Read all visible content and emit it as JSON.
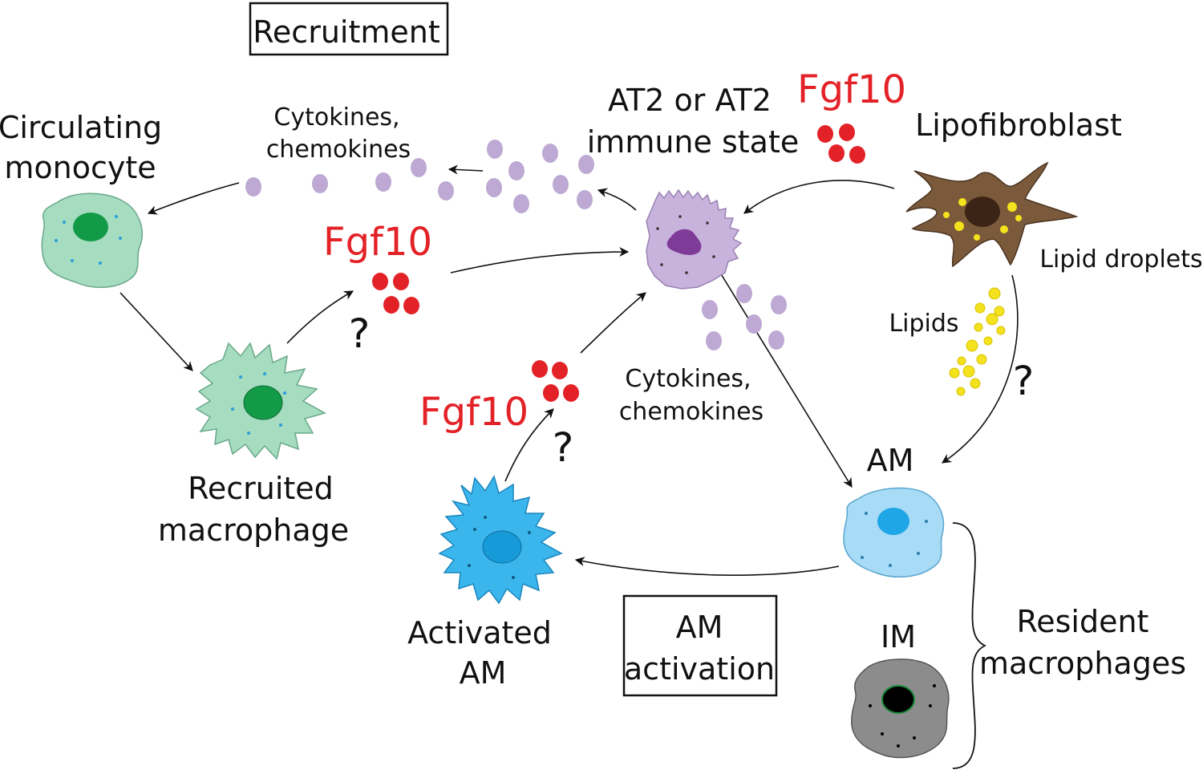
{
  "labels": {
    "recruitment": "Recruitment",
    "circulating_monocyte_1": "Circulating",
    "circulating_monocyte_2": "monocyte",
    "cytokines_top_1": "Cytokines,",
    "cytokines_top_2": "chemokines",
    "at2_1": "AT2 or AT2",
    "at2_2": "immune state",
    "fgf10_top": "Fgf10",
    "lipofibroblast": "Lipofibroblast",
    "lipid_droplets": "Lipid droplets",
    "fgf10_mid": "Fgf10",
    "lipids": "Lipids",
    "question_1": "?",
    "question_2": "?",
    "question_3": "?",
    "cytokines_mid_1": "Cytokines,",
    "cytokines_mid_2": "chemokines",
    "fgf10_low": "Fgf10",
    "recruited_macrophage_1": "Recruited",
    "recruited_macrophage_2": "macrophage",
    "am": "AM",
    "activated_am_1": "Activated",
    "activated_am_2": "AM",
    "am_activation_1": "AM",
    "am_activation_2": "activation",
    "im": "IM",
    "resident_macrophages_1": "Resident",
    "resident_macrophages_2": "macrophages"
  },
  "colors": {
    "fgf10": "#e32228",
    "monocyte": "#a6dcc0",
    "monocyte_nucleus": "#129a47",
    "at2_cell": "#c8b3dc",
    "at2_nucleus": "#7e3b98",
    "cytokine_dot": "#bda9d3",
    "lipofibroblast": "#7a5a3a",
    "lipofibroblast_nucleus": "#3b2416",
    "lipid": "#f4e21e",
    "am_cell": "#a8dbf5",
    "am_nucleus": "#1ea6e6",
    "activated_am": "#3bb6ec",
    "activated_am_nucleus": "#169ad8",
    "im_cell": "#8c8c8c",
    "im_nucleus": "#000000"
  }
}
